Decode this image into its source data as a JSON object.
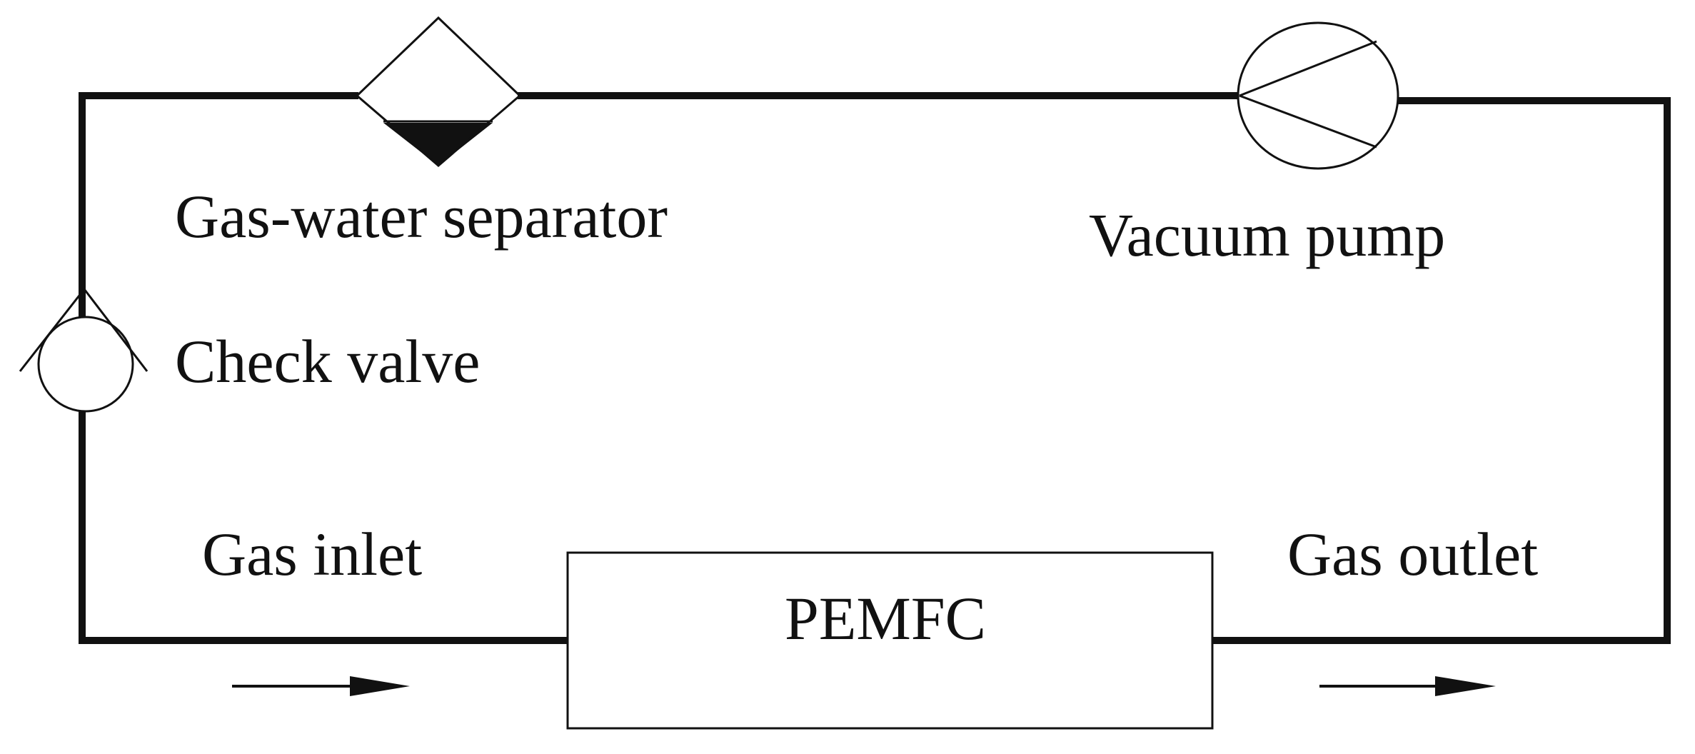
{
  "labels": {
    "separator": "Gas-water separator",
    "pump": "Vacuum pump",
    "check_valve": "Check valve",
    "gas_inlet": "Gas inlet",
    "gas_outlet": "Gas outlet",
    "pemfc": "PEMFC"
  },
  "colors": {
    "line": "#111111",
    "background": "#ffffff"
  }
}
